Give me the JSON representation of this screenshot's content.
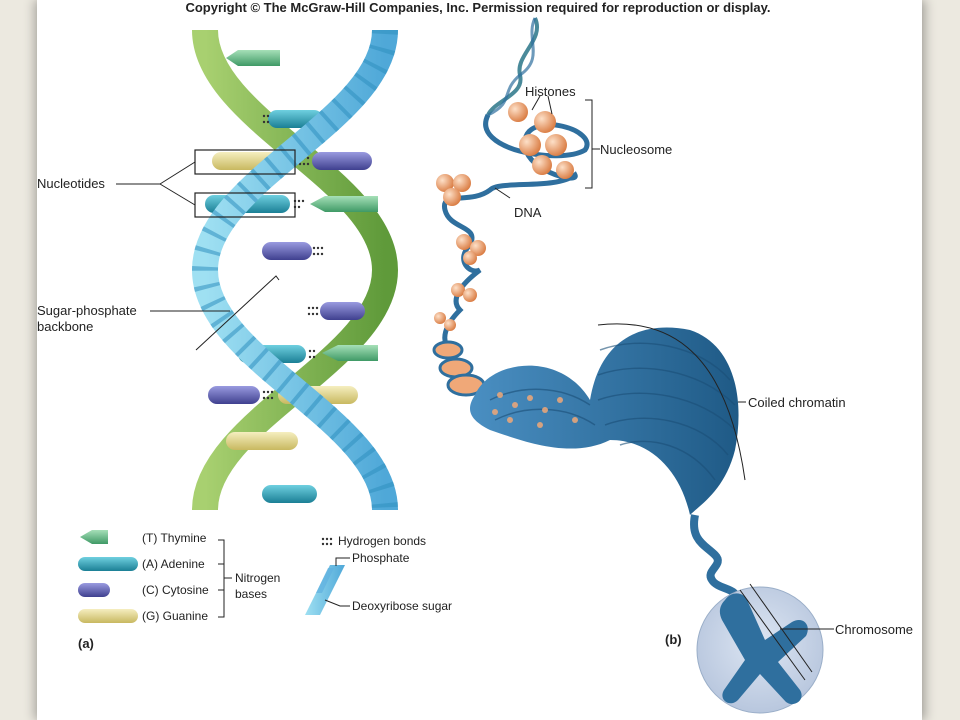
{
  "copyright": "Copyright © The McGraw-Hill Companies, Inc. Permission required for reproduction or display.",
  "labels": {
    "nucleotides": "Nucleotides",
    "sugar_phosphate_line1": "Sugar-phosphate",
    "sugar_phosphate_line2": "backbone",
    "histones": "Histones",
    "nucleosome": "Nucleosome",
    "dna": "DNA",
    "coiled_chromatin": "Coiled chromatin",
    "chromosome": "Chromosome"
  },
  "legend": {
    "thymine": "(T) Thymine",
    "adenine": "(A) Adenine",
    "cytosine": "(C) Cytosine",
    "guanine": "(G) Guanine",
    "nitrogen_line1": "Nitrogen",
    "nitrogen_line2": "bases",
    "hydrogen_bonds": "Hydrogen bonds",
    "phosphate": "Phosphate",
    "deoxyribose": "Deoxyribose sugar"
  },
  "panel_letters": {
    "a": "(a)",
    "b": "(b)"
  },
  "colors": {
    "thymine": "#6fbf8f",
    "adenine": "#2ea3b8",
    "cytosine": "#6a6bb8",
    "guanine": "#e3d68c",
    "backbone_front": "#8fd3ec",
    "backbone_back": "#8fbf5a",
    "chromatin": "#2f6f9e",
    "histone": "#f0a878"
  }
}
